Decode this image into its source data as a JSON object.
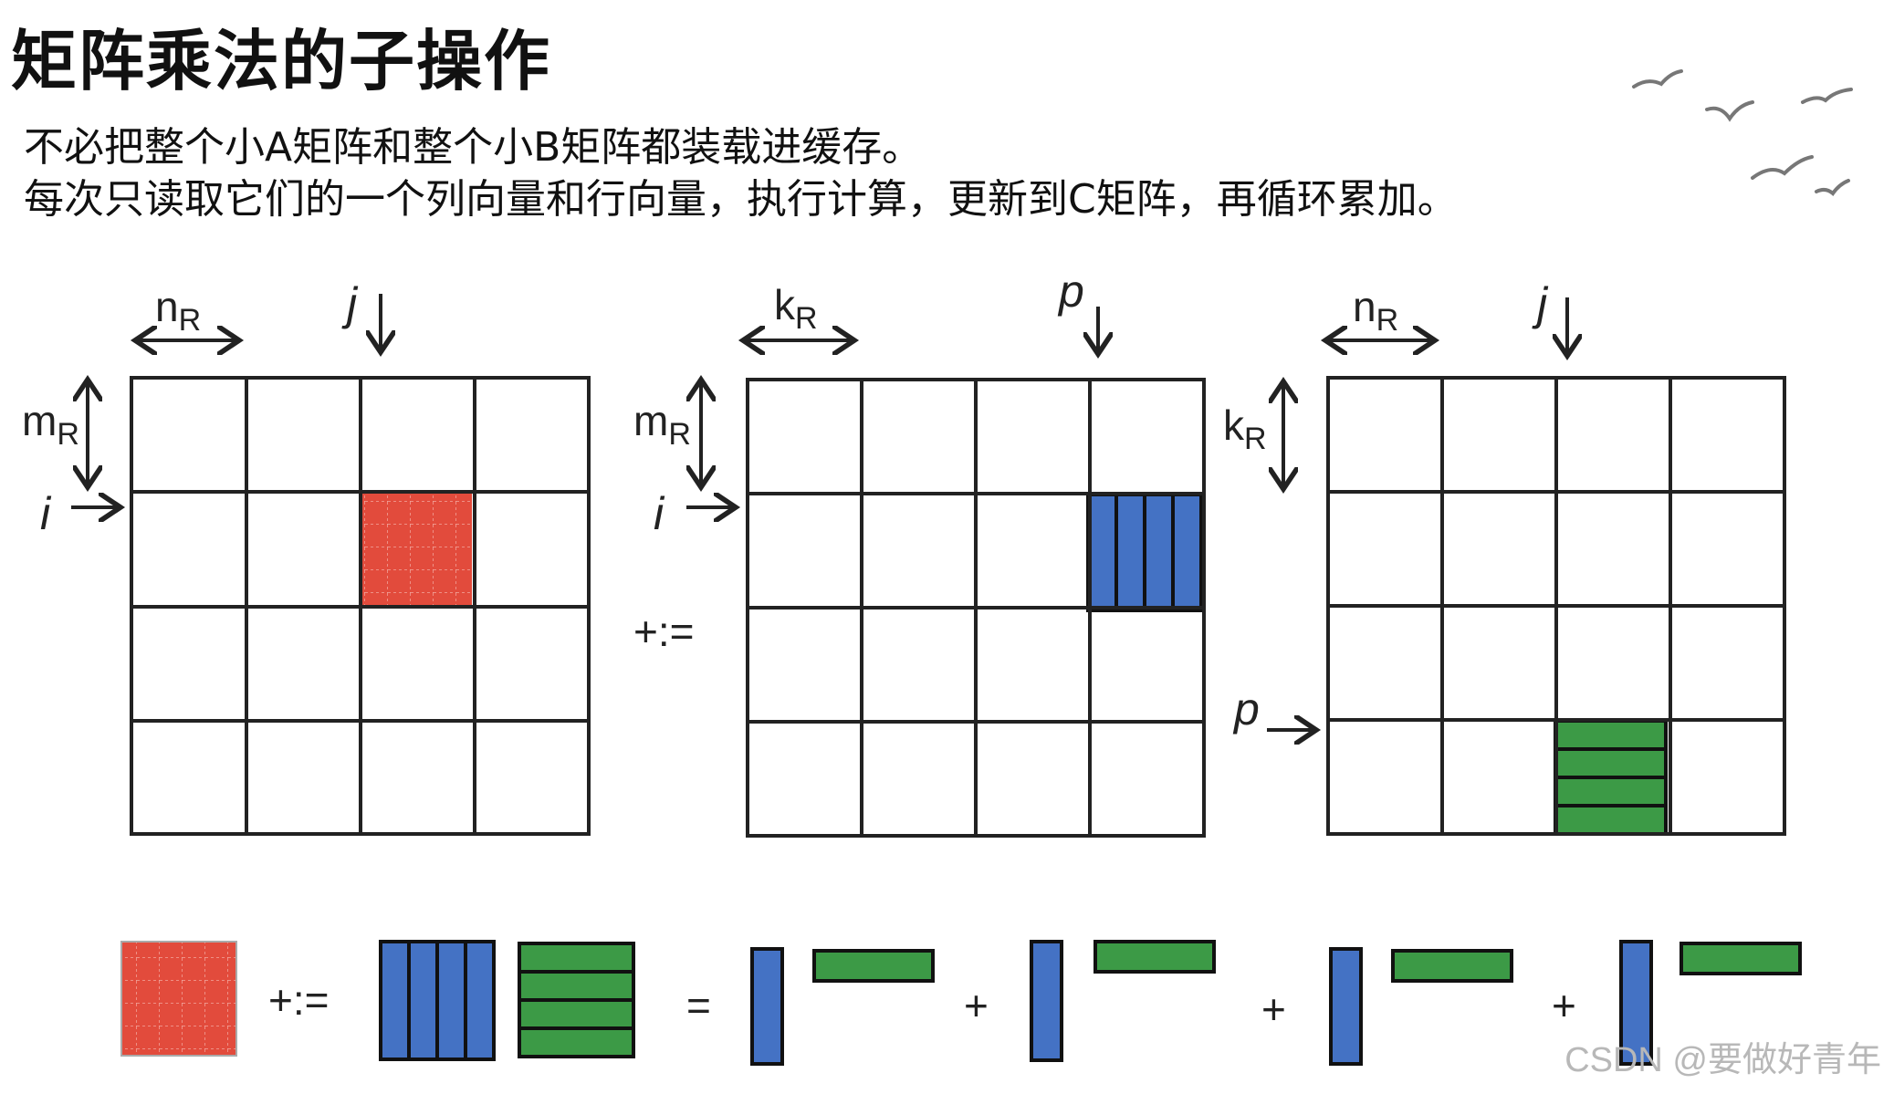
{
  "title": "矩阵乘法的子操作",
  "description": [
    "不必把整个小A矩阵和整个小B矩阵都装载进缓存。",
    "每次只读取它们的一个列向量和行向量，执行计算，更新到C矩阵，再循环累加。"
  ],
  "matrices": [
    {
      "top_label": "n",
      "top_sub": "R",
      "pointer_top": "j",
      "left_label": "m",
      "left_sub": "R",
      "pointer_left": "i"
    },
    {
      "top_label": "k",
      "top_sub": "R",
      "pointer_top": "p",
      "left_label": "m",
      "left_sub": "R",
      "pointer_left": "i",
      "operator": "+:="
    },
    {
      "top_label": "n",
      "top_sub": "R",
      "pointer_top": "j",
      "left_label": "k",
      "left_sub": "R",
      "pointer_left": "p"
    }
  ],
  "equation": {
    "assign": "+:=",
    "equals": "=",
    "plus": "+"
  },
  "colors": {
    "red": "#e24b3c",
    "blue": "#4472c4",
    "green": "#3c9a46",
    "grid": "#222222"
  },
  "watermark": "CSDN @要做好青年"
}
